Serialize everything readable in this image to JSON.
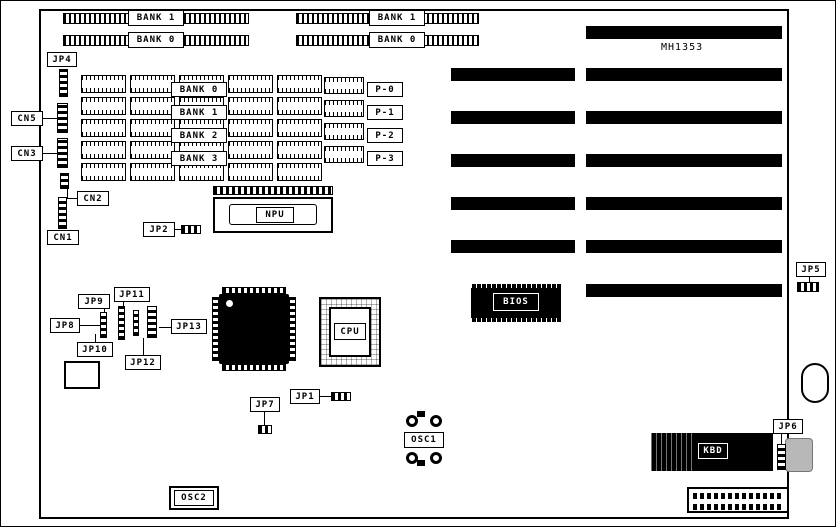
{
  "board": {
    "model": "MH1353"
  },
  "simm_left": {
    "bank1": "BANK 1",
    "bank0": "BANK 0"
  },
  "simm_right": {
    "bank1": "BANK 1",
    "bank0": "BANK 0"
  },
  "memory": {
    "bank0": "BANK 0",
    "bank1": "BANK 1",
    "bank2": "BANK 2",
    "bank3": "BANK 3",
    "p0": "P-0",
    "p1": "P-1",
    "p2": "P-2",
    "p3": "P-3"
  },
  "components": {
    "npu": "NPU",
    "cpu": "CPU",
    "bios": "BIOS",
    "kbd": "KBD",
    "osc1": "OSC1",
    "osc2": "OSC2"
  },
  "jumpers": {
    "jp1": "JP1",
    "jp2": "JP2",
    "jp4": "JP4",
    "jp5": "JP5",
    "jp6": "JP6",
    "jp7": "JP7",
    "jp8": "JP8",
    "jp9": "JP9",
    "jp10": "JP10",
    "jp11": "JP11",
    "jp12": "JP12",
    "jp13": "JP13"
  },
  "connectors": {
    "cn1": "CN1",
    "cn2": "CN2",
    "cn3": "CN3",
    "cn5": "CN5"
  }
}
